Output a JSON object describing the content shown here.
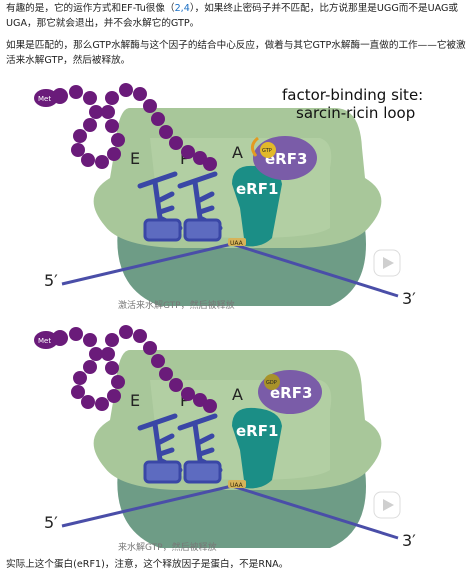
{
  "article": {
    "para1_a": "有趣的是，它的运作方式和EF-Tu很像（",
    "para1_ref": "2,4",
    "para1_b": "），如果终止密码子并不匹配，比方说那里是UGG而不是UAG或UGA，那它就会退出，并不会水解它的GTP。",
    "para2": "如果是匹配的，那么GTP水解酶与这个因子的结合中心反应，做着与其它GTP水解酶一直做的工作——它被激活来水解GTP，然后被释放。",
    "para3": "实际上这个蛋白(eRF1)，注意，这个释放因子是蛋白，不是RNA。"
  },
  "figure1": {
    "annotation_line1": "factor-binding site:",
    "annotation_line2": "sarcin-ricin loop",
    "site_e": "E",
    "site_p": "P",
    "site_a": "A",
    "met_label": "Met",
    "factor_label": "eRF3",
    "nucleotide_label": "GTP",
    "release_factor_label": "eRF1",
    "codon_label": "UAA",
    "five_prime": "5′",
    "three_prime": "3′",
    "caption_partial": "激活来水解GTP，然后被释放"
  },
  "figure2": {
    "site_e": "E",
    "site_p": "P",
    "site_a": "A",
    "met_label": "Met",
    "factor_label": "eRF3",
    "nucleotide_label": "GDP",
    "release_factor_label": "eRF1",
    "codon_label": "UAA",
    "five_prime": "5′",
    "three_prime": "3′",
    "caption_partial": "来水解GTP，然后被释放"
  },
  "colors": {
    "ribosome_large": "#a8c79a",
    "ribosome_small": "#6e9c86",
    "trna": "#3a47a6",
    "peptide": "#6a1b7a",
    "erf1": "#1b8e86",
    "erf3": "#7a5ca8",
    "mrna": "#4a4ea8",
    "gtp": "#e2b92a",
    "arrow": "#e39a21"
  }
}
